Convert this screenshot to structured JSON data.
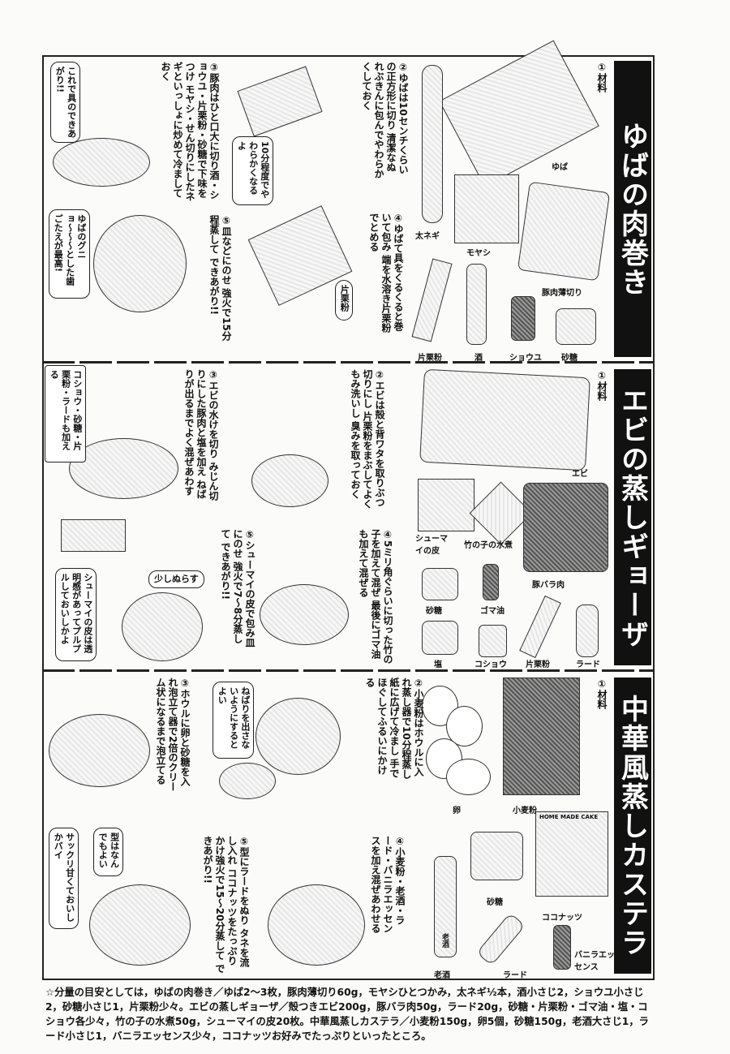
{
  "recipes": [
    {
      "title": "ゆばの肉巻き",
      "materials": "①材料",
      "ingredients": [
        "ゆば",
        "太ネギ",
        "モヤシ",
        "豚肉薄切り",
        "片栗粉",
        "酒",
        "ショウユ",
        "砂糖"
      ],
      "steps": [
        "②ゆばは10センチくらいの正方形に切り 清潔なぬれぶきんに包んでやわらかくしておく",
        "③豚肉はひと口大に切り酒・ショウユ・片栗粉・砂糖で下味をつけ モヤシ・せん切りにしたネギといっしょに炒めて冷ましておく",
        "④ゆばて具をくるくると巻いて包み 端を水溶き片栗粉でとめる",
        "⑤皿などにのせ 強火で15分程蒸して できあがり!!"
      ],
      "bubbles": [
        "これで具のできあがり!!",
        "10分程度でやわらかくなるよ",
        "ゆばのグニョ〜〜〜とした歯ごたえが最高!",
        "片栗粉"
      ]
    },
    {
      "title": "エビの蒸しギョーザ",
      "materials": "①材料",
      "ingredients": [
        "エビ",
        "シューマイの皮",
        "竹の子の水煮",
        "豚バラ肉",
        "砂糖",
        "ゴマ油",
        "塩",
        "コショウ",
        "片栗粉",
        "ラード"
      ],
      "steps": [
        "②エビは殻と背ワタを取りぶつ切りにし 片栗粉をまぶしてよくもみ洗いし 臭みを取っておく",
        "③エビの水けを切り みじん切りにした豚肉と塩を加え ねばりが出るまでよく混ぜあわす",
        "④5ミリ角ぐらいに切った竹の子を加えて混ぜ 最後にゴマ油も加えて混ぜる",
        "⑤シューマイの皮で包み皿にのせ 強火で7〜8分蒸して できあがり!!"
      ],
      "bubbles": [
        "コショウ・砂糖・片栗粉・ラードも加える",
        "少しぬらす",
        "シューマイの皮は透明感があってプルプルしておいしかよ"
      ]
    },
    {
      "title": "中華風蒸しカステラ",
      "materials": "①材料",
      "ingredients": [
        "卵",
        "小麦粉",
        "砂糖",
        "ココナッツ",
        "老酒",
        "ラード",
        "バニラエッセンス"
      ],
      "package_text": "HOME MADE CAKE",
      "bottle_text": "老酒",
      "steps": [
        "②小麦粉はホウルに入れ蒸し器で10分程蒸し 紙に広げて冷まし 手でほぐしてふるいにかける",
        "③ホウルに卵と砂糖を入れ泡立て器で2倍のクリーム状になるまで泡立てる",
        "④小麦粉・老酒・ラード・バニラエッセンスを加え混ぜあわせる",
        "⑤型にラードをぬり タネを流し入れ ココナッツをたっぷりかけ強火で15〜20分蒸して できあがり!!"
      ],
      "bubbles": [
        "ねばりを出さないようにするとよい",
        "型はなんでもよい",
        "サックリ甘くておいしかバイ"
      ]
    }
  ],
  "footnote": "☆分量の目安としては，ゆばの肉巻き／ゆば2〜3枚，豚肉薄切り60g，モヤシひとつかみ，太ネギ½本，酒小さじ2，ショウユ小さじ2，砂糖小さじ1，片栗粉少々。エビの蒸しギョーザ／殻つきエビ200g，豚バラ肉50g，ラード20g，砂糖・片栗粉・ゴマ油・塩・コショウ各少々，竹の子の水煮50g，シューマイの皮20枚。中華風蒸しカステラ／小麦粉150g，卵5個，砂糖150g，老酒大さじ1，ラード小さじ1，バニラエッセンス少々，ココナッツお好みでたっぷりといったところ。"
}
